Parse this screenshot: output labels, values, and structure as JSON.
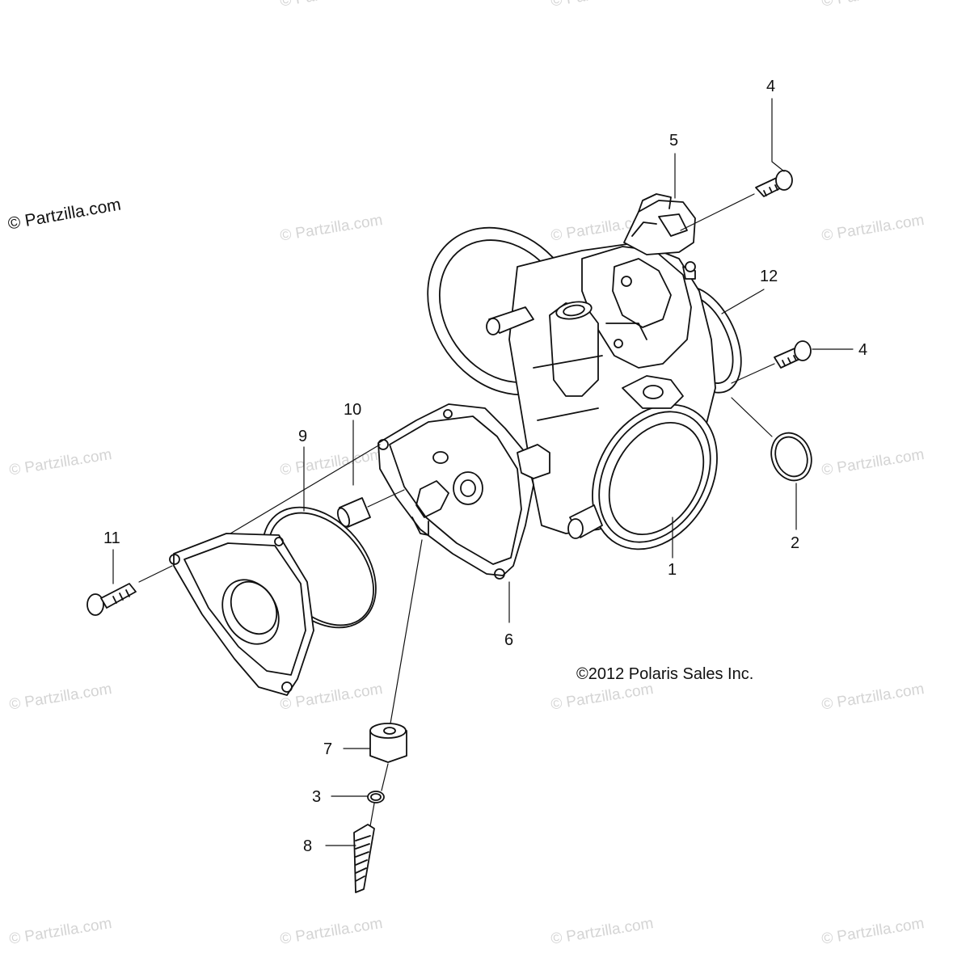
{
  "diagram": {
    "copyright_site": "© Partzilla.com",
    "copyright_polaris": "©2012 Polaris Sales Inc.",
    "watermark_text": "© Partzilla.com",
    "callouts": {
      "c1": "1",
      "c2": "2",
      "c3": "3",
      "c4a": "4",
      "c4b": "4",
      "c5": "5",
      "c6": "6",
      "c7": "7",
      "c8": "8",
      "c9": "9",
      "c10": "10",
      "c11": "11",
      "c12": "12"
    }
  }
}
